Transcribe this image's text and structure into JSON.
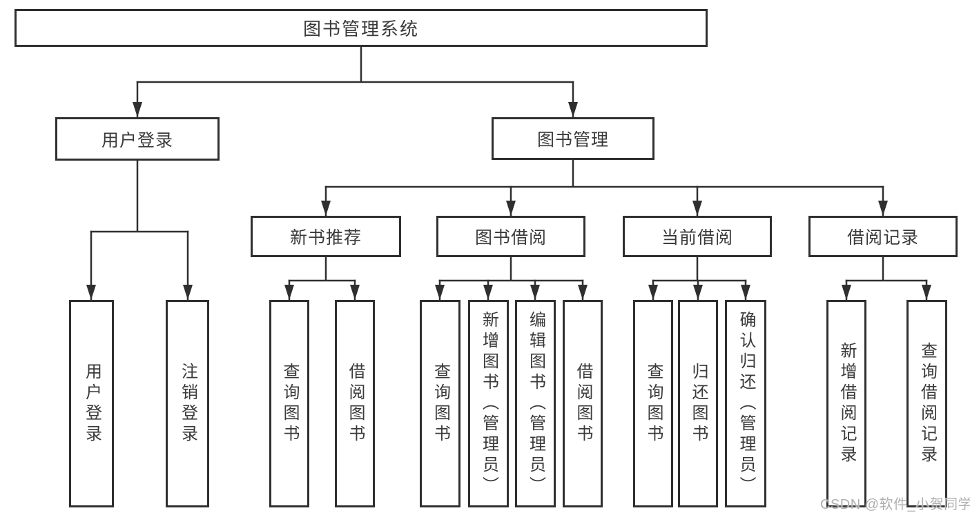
{
  "diagram_type": "hierarchy-tree",
  "colors": {
    "bg": "#ffffff",
    "line": "#2f2f2f",
    "boxfill": "#ffffff",
    "text": "#3a3a3a",
    "watermark": "#b0b0b0"
  },
  "nodes": {
    "root": {
      "label": "图书管理系统"
    },
    "level2": [
      {
        "label": "用户登录",
        "parent": "图书管理系统"
      },
      {
        "label": "图书管理",
        "parent": "图书管理系统"
      }
    ],
    "level3": [
      {
        "label": "新书推荐",
        "parent": "图书管理"
      },
      {
        "label": "图书借阅",
        "parent": "图书管理"
      },
      {
        "label": "当前借阅",
        "parent": "图书管理"
      },
      {
        "label": "借阅记录",
        "parent": "图书管理"
      }
    ],
    "leaves": [
      {
        "label": "用户登录",
        "parent": "用户登录"
      },
      {
        "label": "注销登录",
        "parent": "用户登录"
      },
      {
        "label": "查询图书",
        "parent": "新书推荐"
      },
      {
        "label": "借阅图书",
        "parent": "新书推荐"
      },
      {
        "label": "查询图书",
        "parent": "图书借阅"
      },
      {
        "label": "新增图书（管理员）",
        "parent": "图书借阅"
      },
      {
        "label": "编辑图书（管理员）",
        "parent": "图书借阅"
      },
      {
        "label": "借阅图书",
        "parent": "图书借阅"
      },
      {
        "label": "查询图书",
        "parent": "当前借阅"
      },
      {
        "label": "归还图书",
        "parent": "当前借阅"
      },
      {
        "label": "确认归还（管理员）",
        "parent": "当前借阅"
      },
      {
        "label": "新增借阅记录",
        "parent": "借阅记录"
      },
      {
        "label": "查询借阅记录",
        "parent": "借阅记录"
      }
    ]
  },
  "watermark": {
    "text": "CSDN @软件_小贺同学"
  }
}
